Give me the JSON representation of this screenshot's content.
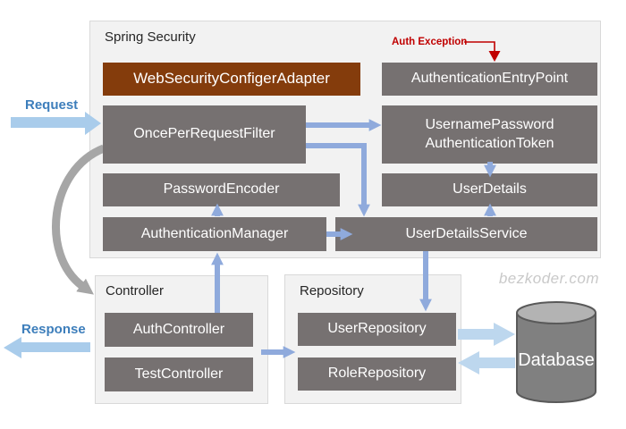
{
  "watermark": "bezkoder.com",
  "flow_labels": {
    "request": "Request",
    "response": "Response",
    "auth_exception": "Auth Exception"
  },
  "spring_security": {
    "title": "Spring Security",
    "web_security_configer_adapter": "WebSecurityConfigerAdapter",
    "authentication_entry_point": "AuthenticationEntryPoint",
    "once_per_request_filter": "OncePerRequestFilter",
    "username_password_token_line1": "UsernamePassword",
    "username_password_token_line2": "AuthenticationToken",
    "password_encoder": "PasswordEncoder",
    "user_details": "UserDetails",
    "authentication_manager": "AuthenticationManager",
    "user_details_service": "UserDetailsService"
  },
  "controller": {
    "title": "Controller",
    "auth_controller": "AuthController",
    "test_controller": "TestController"
  },
  "repository": {
    "title": "Repository",
    "user_repository": "UserRepository",
    "role_repository": "RoleRepository"
  },
  "database": {
    "label": "Database"
  },
  "colors": {
    "box_gray": "#767171",
    "accent_brown": "#843C0C",
    "arrow_blue": "#8FAADC",
    "flow_arrow_blue": "#A9CCEB",
    "db_arrow_blue": "#BDD7EE",
    "curve_gray": "#A6A6A6",
    "exception_red": "#C00000",
    "flow_label_blue": "#3D7EBB",
    "panel_bg": "#F2F2F2",
    "database_gray": "#808080",
    "watermark_gray": "#C9C9C9"
  }
}
